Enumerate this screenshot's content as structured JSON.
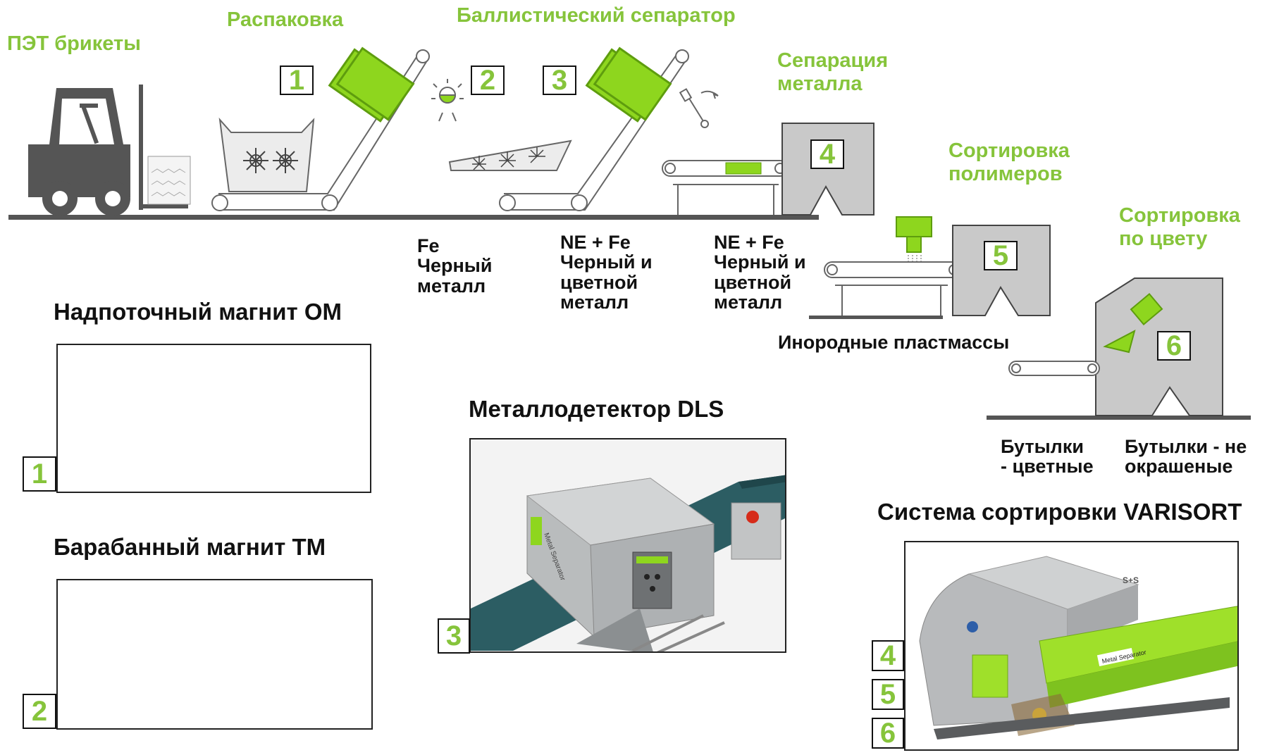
{
  "process": {
    "stages": {
      "pet": "ПЭТ брикеты",
      "unpack": "Распаковка",
      "ballistic": "Баллистический сепаратор",
      "metal_sep": [
        "Сепарация",
        "металла"
      ],
      "polymer_sort": [
        "Сортировка",
        "полимеров"
      ],
      "color_sort": [
        "Сортировка",
        "по цвету"
      ]
    },
    "numbers": [
      "1",
      "2",
      "3",
      "4",
      "5",
      "6"
    ],
    "outputs": {
      "fe": [
        "Fe",
        "Черный",
        "металл"
      ],
      "ne_fe_1": [
        "NE + Fe",
        "Черный и",
        "цветной",
        "металл"
      ],
      "ne_fe_2": [
        "NE + Fe",
        "Черный и",
        "цветной",
        "металл"
      ],
      "foreign_plastics": "Инородные пластмассы",
      "bottles_colored": [
        "Бутылки",
        "- цветные"
      ],
      "bottles_clear": [
        "Бутылки - не",
        "окрашеные"
      ]
    }
  },
  "products": {
    "overband": {
      "title": "Надпоточный магнит ОМ",
      "badge": "1"
    },
    "drum": {
      "title": "Барабанный магнит ТМ",
      "badge": "2"
    },
    "detector": {
      "title": "Металлодетектор DLS",
      "badge": "3",
      "label_text": "Metal Separator"
    },
    "varisort": {
      "title": "Система сортировки VARISORT",
      "badges": [
        "4",
        "5",
        "6"
      ],
      "label_text": "Metal Separator",
      "brand": "S+S"
    }
  },
  "colors": {
    "accent": "#8ed61e",
    "header_green": "#86c43b",
    "machine_gray": "#c9c9c9",
    "dark": "#444444"
  }
}
